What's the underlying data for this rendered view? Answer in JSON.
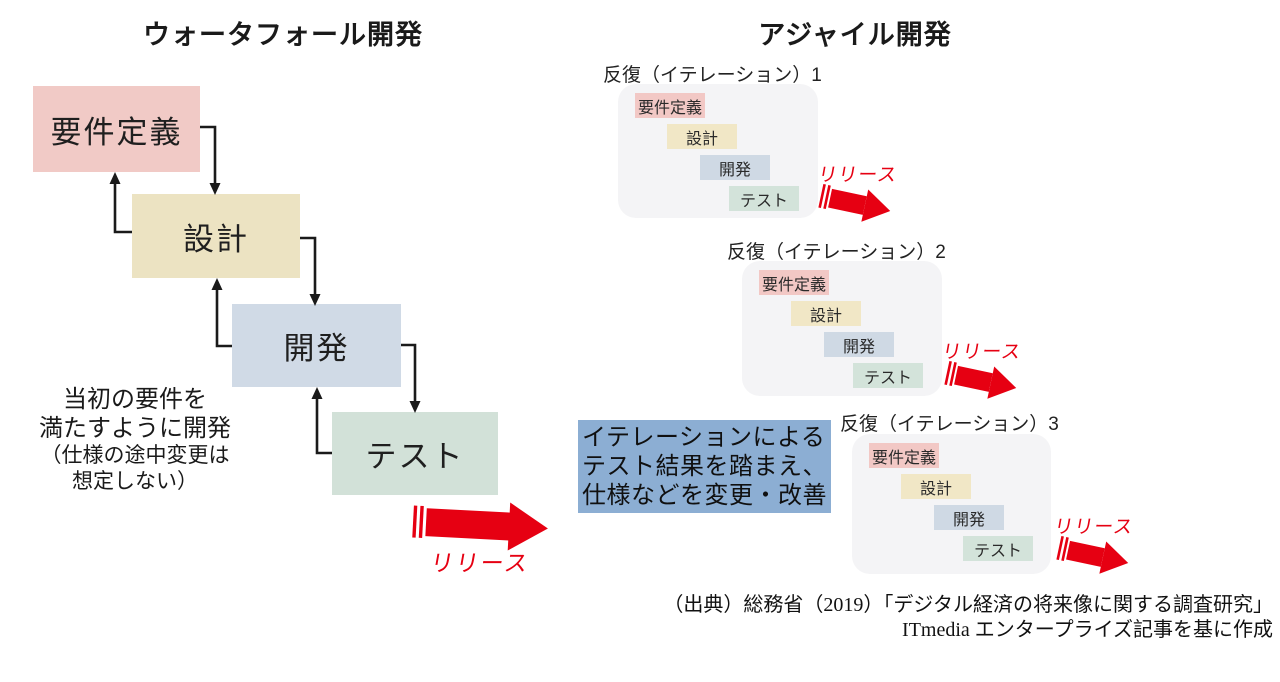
{
  "palette": {
    "accent_red": "#e60012",
    "text_black": "#1a1a1a",
    "phase_requirements_bg": "#f1cac6",
    "phase_design_bg": "#ece3c2",
    "phase_development_bg": "#d0dae6",
    "phase_test_bg": "#d2e1d8",
    "iteration_container_bg": "#f4f4f6",
    "highlight_bg": "#8caed3"
  },
  "waterfall": {
    "title": "ウォータフォール開発",
    "phases": [
      {
        "id": "requirements",
        "label": "要件定義"
      },
      {
        "id": "design",
        "label": "設計"
      },
      {
        "id": "development",
        "label": "開発"
      },
      {
        "id": "test",
        "label": "テスト"
      }
    ],
    "note_lines": [
      "当初の要件を",
      "満たすように開発",
      "（仕様の途中変更は",
      "想定しない）"
    ],
    "release_label": "リリース"
  },
  "agile": {
    "title": "アジャイル開発",
    "iterations": [
      {
        "label": "反復（イテレーション）1",
        "phases": [
          "要件定義",
          "設計",
          "開発",
          "テスト"
        ],
        "release_label": "リリース"
      },
      {
        "label": "反復（イテレーション）2",
        "phases": [
          "要件定義",
          "設計",
          "開発",
          "テスト"
        ],
        "release_label": "リリース"
      },
      {
        "label": "反復（イテレーション）3",
        "phases": [
          "要件定義",
          "設計",
          "開発",
          "テスト"
        ],
        "release_label": "リリース"
      }
    ],
    "highlight_lines": [
      "イテレーションによる",
      "テスト結果を踏まえ、",
      "仕様などを変更・改善"
    ]
  },
  "source_lines": [
    "（出典）総務省（2019）「デジタル経済の将来像に関する調査研究」",
    "ITmedia エンタープライズ記事を基に作成"
  ]
}
